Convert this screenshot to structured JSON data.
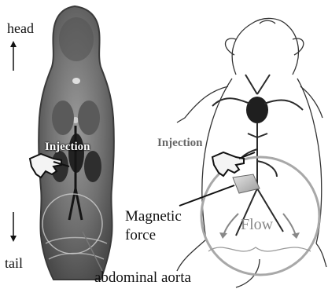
{
  "labels": {
    "head": "head",
    "tail": "tail",
    "injection_left": "Injection",
    "injection_right": "Injection",
    "magnetic_force_line1": "Magnetic",
    "magnetic_force_line2": "force",
    "flow": "Flow",
    "abdominal_aorta": "abdominal aorta"
  },
  "colors": {
    "mri_dark": "#3a3a3a",
    "mri_mid": "#7a7a7a",
    "mri_light": "#b8b8b8",
    "circle_gray": "#a8a8a8",
    "vessel": "#2a2a2a",
    "magnet": "#bdbdbd"
  }
}
